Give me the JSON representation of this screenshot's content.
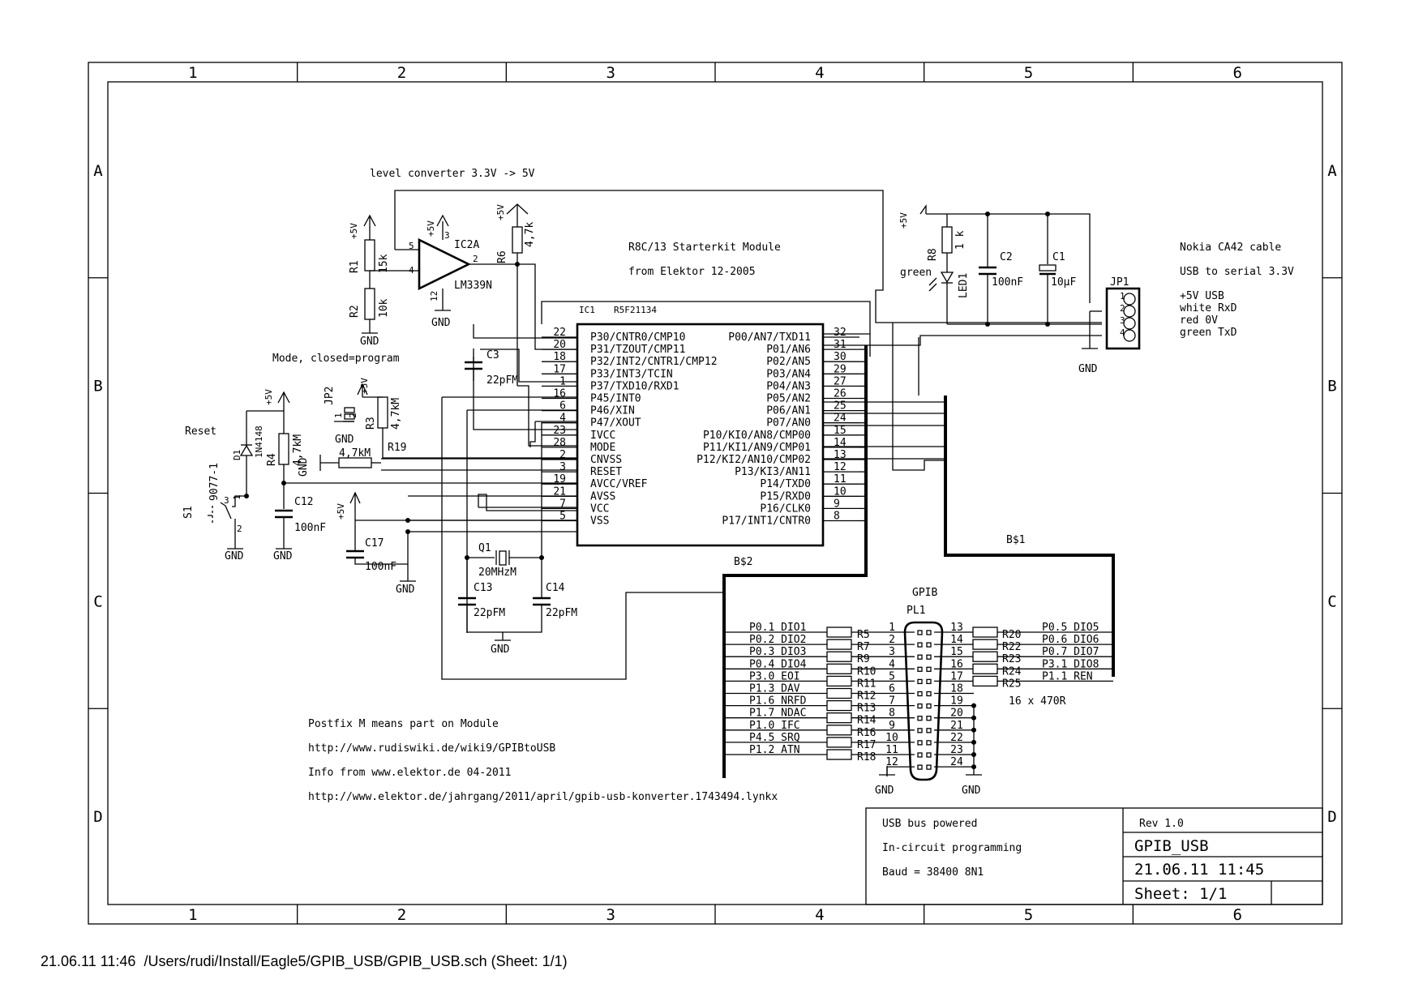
{
  "frame": {
    "columns": [
      "1",
      "2",
      "3",
      "4",
      "5",
      "6"
    ],
    "rows": [
      "A",
      "B",
      "C",
      "D"
    ]
  },
  "notes": {
    "level_converter": "level converter 3.3V -> 5V",
    "module_line1": "R8C/13 Starterkit Module",
    "module_line2": "from Elektor 12-2005",
    "mode": "Mode, closed=program",
    "reset": "Reset",
    "postfix": "Postfix M means part on Module",
    "url1": "http://www.rudiswiki.de/wiki9/GPIBtoUSB",
    "info": "Info from www.elektor.de 04-2011",
    "url2": "http://www.elektor.de/jahrgang/2011/april/gpib-usb-konverter.1743494.lynkx",
    "nokia_line1": "Nokia CA42 cable",
    "nokia_line2": "USB to serial 3.3V",
    "cable_colors": [
      "+5V USB",
      "white RxD",
      "red 0V",
      "green TxD"
    ],
    "resistor_note": "16 x 470R"
  },
  "components": {
    "r1": "R1",
    "r1_val": "15k",
    "r2": "R2",
    "r2_val": "10k",
    "r3": "R3",
    "r3_val": "4,7kM",
    "r4": "R4",
    "r4_val": "4,7kM",
    "r6": "R6",
    "r6_val": "4,7k",
    "r8": "R8",
    "r8_val": "1 k",
    "r_mode_val": "4,7kM",
    "r19": "R19",
    "ic2": "IC2A",
    "ic2_type": "LM339N",
    "ic2_pins": [
      "5",
      "4",
      "2",
      "3",
      "12"
    ],
    "ic1": "IC1",
    "ic1_type": "R5F21134",
    "c1": "C1",
    "c1_val": "10µF",
    "c2": "C2",
    "c2_val": "100nF",
    "c3": "C3",
    "c3_val": "22pFM",
    "c12": "C12",
    "c12_val": "100nF",
    "c13": "C13",
    "c13_val": "22pFM",
    "c14": "C14",
    "c14_val": "22pFM",
    "c17": "C17",
    "c17_val": "100nF",
    "q1": "Q1",
    "q1_val": "20MHzM",
    "led1": "LED1",
    "led1_color": "green",
    "d1": "D1",
    "d1_type": "1N4148",
    "s1": "S1",
    "s1_type": "9077-1",
    "s1_pins": [
      "3",
      "1",
      "2"
    ],
    "jp1": "JP1",
    "jp1_pins": [
      "1",
      "2",
      "3",
      "4"
    ],
    "jp2": "JP2",
    "jp2_pins": [
      "1",
      "2"
    ],
    "pl1": "PL1",
    "gpib": "GPIB",
    "bus1": "B$1",
    "bus2": "B$2",
    "plus5v": "+5V",
    "gnd": "GND"
  },
  "ic1_left_pins": [
    {
      "num": "22",
      "name": "P30/CNTR0/CMP10"
    },
    {
      "num": "20",
      "name": "P31/TZOUT/CMP11"
    },
    {
      "num": "18",
      "name": "P32/INT2/CNTR1/CMP12"
    },
    {
      "num": "17",
      "name": "P33/INT3/TCIN"
    },
    {
      "num": "1",
      "name": "P37/TXD10/RXD1"
    },
    {
      "num": "16",
      "name": "P45/INT0"
    },
    {
      "num": "6",
      "name": "P46/XIN"
    },
    {
      "num": "4",
      "name": "P47/XOUT"
    },
    {
      "num": "23",
      "name": "IVCC"
    },
    {
      "num": "28",
      "name": "MODE"
    },
    {
      "num": "2",
      "name": "CNVSS"
    },
    {
      "num": "3",
      "name": "RESET"
    },
    {
      "num": "19",
      "name": "AVCC/VREF"
    },
    {
      "num": "21",
      "name": "AVSS"
    },
    {
      "num": "7",
      "name": "VCC"
    },
    {
      "num": "5",
      "name": "VSS"
    }
  ],
  "ic1_right_pins": [
    {
      "num": "32",
      "name": "P00/AN7/TXD11"
    },
    {
      "num": "31",
      "name": "P01/AN6"
    },
    {
      "num": "30",
      "name": "P02/AN5"
    },
    {
      "num": "29",
      "name": "P03/AN4"
    },
    {
      "num": "27",
      "name": "P04/AN3"
    },
    {
      "num": "26",
      "name": "P05/AN2"
    },
    {
      "num": "25",
      "name": "P06/AN1"
    },
    {
      "num": "24",
      "name": "P07/AN0"
    },
    {
      "num": "15",
      "name": "P10/KI0/AN8/CMP00"
    },
    {
      "num": "14",
      "name": "P11/KI1/AN9/CMP01"
    },
    {
      "num": "13",
      "name": "P12/KI2/AN10/CMP02"
    },
    {
      "num": "12",
      "name": "P13/KI3/AN11"
    },
    {
      "num": "11",
      "name": "P14/TXD0"
    },
    {
      "num": "10",
      "name": "P15/RXD0"
    },
    {
      "num": "9",
      "name": "P16/CLK0"
    },
    {
      "num": "8",
      "name": "P17/INT1/CNTR0"
    }
  ],
  "gpib_left": [
    {
      "net": "P0.1 DIO1",
      "res": "R5",
      "pin": "1"
    },
    {
      "net": "P0.2 DIO2",
      "res": "R7",
      "pin": "2"
    },
    {
      "net": "P0.3 DIO3",
      "res": "R9",
      "pin": "3"
    },
    {
      "net": "P0.4 DIO4",
      "res": "R10",
      "pin": "4"
    },
    {
      "net": "P3.0 EOI",
      "res": "R11",
      "pin": "5"
    },
    {
      "net": "P1.3 DAV",
      "res": "R12",
      "pin": "6"
    },
    {
      "net": "P1.6 NRFD",
      "res": "R13",
      "pin": "7"
    },
    {
      "net": "P1.7 NDAC",
      "res": "R14",
      "pin": "8"
    },
    {
      "net": "P1.0 IFC",
      "res": "R16",
      "pin": "9"
    },
    {
      "net": "P4.5 SRQ",
      "res": "R17",
      "pin": "10"
    },
    {
      "net": "P1.2 ATN",
      "res": "R18",
      "pin": "11"
    },
    {
      "net": "",
      "res": "",
      "pin": "12"
    }
  ],
  "gpib_right": [
    {
      "pin": "13",
      "res": "R20",
      "net": "P0.5 DIO5"
    },
    {
      "pin": "14",
      "res": "R22",
      "net": "P0.6 DIO6"
    },
    {
      "pin": "15",
      "res": "R23",
      "net": "P0.7 DIO7"
    },
    {
      "pin": "16",
      "res": "R24",
      "net": "P3.1 DIO8"
    },
    {
      "pin": "17",
      "res": "R25",
      "net": "P1.1 REN"
    },
    {
      "pin": "18",
      "res": "",
      "net": ""
    },
    {
      "pin": "19",
      "res": "",
      "net": ""
    },
    {
      "pin": "20",
      "res": "",
      "net": ""
    },
    {
      "pin": "21",
      "res": "",
      "net": ""
    },
    {
      "pin": "22",
      "res": "",
      "net": ""
    },
    {
      "pin": "23",
      "res": "",
      "net": ""
    },
    {
      "pin": "24",
      "res": "",
      "net": ""
    }
  ],
  "title_block": {
    "note1": "USB bus powered",
    "note2": "In-circuit programming",
    "note3": "Baud = 38400 8N1",
    "rev": "Rev 1.0",
    "name": "GPIB_USB",
    "date": "21.06.11 11:45",
    "sheet": "Sheet: 1/1"
  },
  "footer": "21.06.11 11:46  /Users/rudi/Install/Eagle5/GPIB_USB/GPIB_USB.sch (Sheet: 1/1)"
}
